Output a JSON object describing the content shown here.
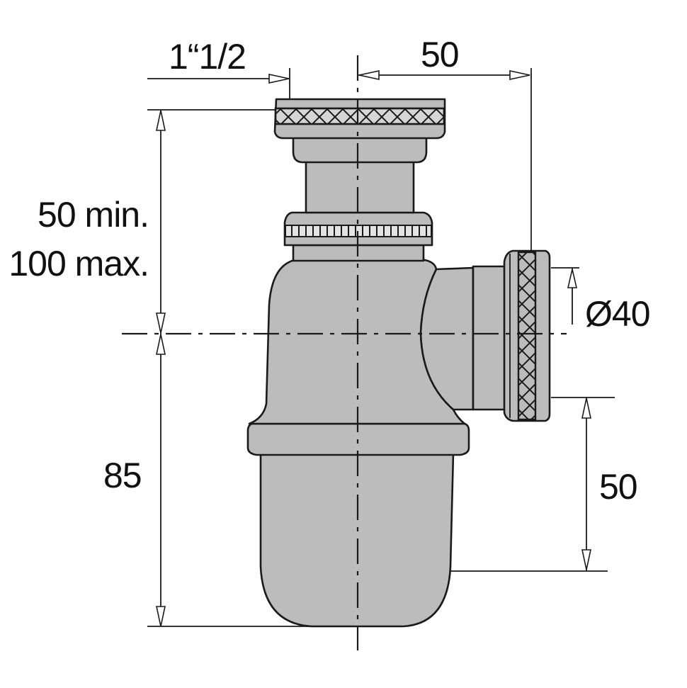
{
  "diagram": {
    "subject": "bottle trap (siphon) dimensional drawing",
    "colors": {
      "part_fill": "#bcbcbc",
      "stroke": "#1a1a1a",
      "background": "#ffffff"
    },
    "dimensions": {
      "inlet_thread": "1“1/2",
      "outlet_offset": "50",
      "height_adjust_min": "50 min.",
      "height_adjust_max": "100 max.",
      "outlet_diameter": "Ø40",
      "lower_height": "85",
      "outlet_to_base": "50"
    }
  }
}
